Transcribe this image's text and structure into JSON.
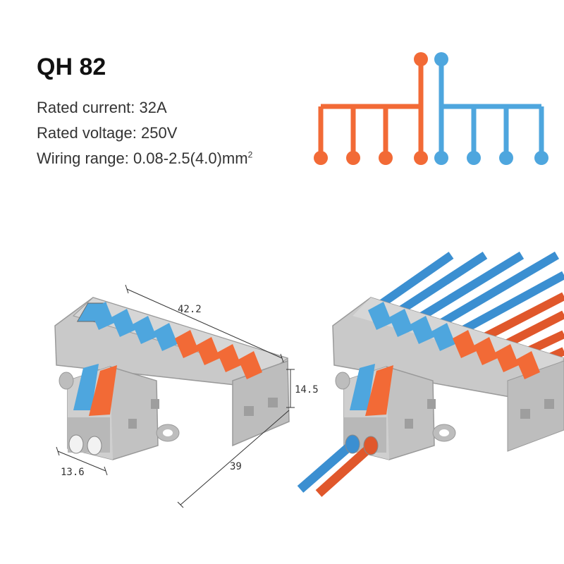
{
  "product": {
    "model": "QH 82",
    "specs": {
      "rated_current": "Rated current: 32A",
      "rated_voltage": "Rated voltage: 250V",
      "wiring_range": "Wiring range: 0.08-2.5(4.0)mm",
      "wiring_range_sup": "2"
    }
  },
  "dimensions": {
    "length": "42.2",
    "height": "14.5",
    "width": "13.6",
    "depth": "39"
  },
  "colors": {
    "orange": "#f26a36",
    "blue": "#4ea6de",
    "housing": "#c9c9c9",
    "housing_dark": "#a8a8a8"
  },
  "icons": {
    "schematic": "wiring-schematic-icon",
    "connector_dims": "connector-dimension-drawing",
    "connector_wired": "connector-with-wires-image"
  }
}
